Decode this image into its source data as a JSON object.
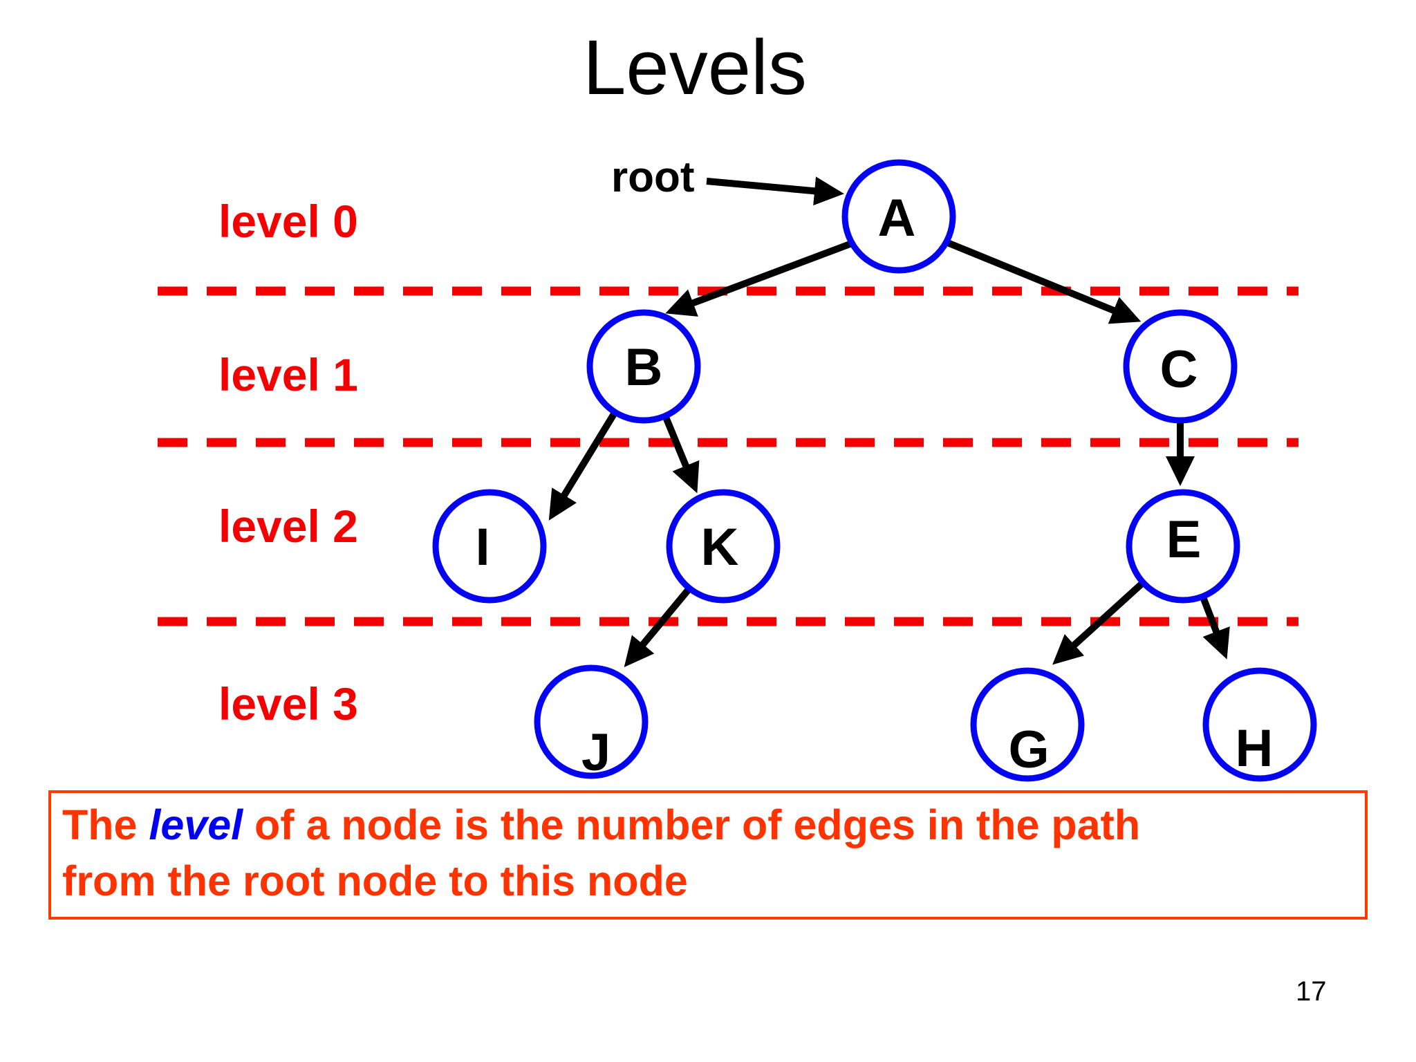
{
  "slide": {
    "title": "Levels",
    "page_number": "17",
    "level_labels": [
      "level 0",
      "level 1",
      "level 2",
      "level 3"
    ],
    "tree": {
      "root_pointer_label": "root",
      "nodes": [
        {
          "id": "A",
          "label": "A",
          "level": 0
        },
        {
          "id": "B",
          "label": "B",
          "level": 1
        },
        {
          "id": "C",
          "label": "C",
          "level": 1
        },
        {
          "id": "I",
          "label": "I",
          "level": 2
        },
        {
          "id": "K",
          "label": "K",
          "level": 2
        },
        {
          "id": "E",
          "label": "E",
          "level": 2
        },
        {
          "id": "J",
          "label": "J",
          "level": 3
        },
        {
          "id": "G",
          "label": "G",
          "level": 3
        },
        {
          "id": "H",
          "label": "H",
          "level": 3
        }
      ],
      "edges": [
        {
          "from": "root",
          "to": "A"
        },
        {
          "from": "A",
          "to": "B"
        },
        {
          "from": "A",
          "to": "C"
        },
        {
          "from": "B",
          "to": "I"
        },
        {
          "from": "B",
          "to": "K"
        },
        {
          "from": "C",
          "to": "E"
        },
        {
          "from": "K",
          "to": "J"
        },
        {
          "from": "E",
          "to": "G"
        },
        {
          "from": "E",
          "to": "H"
        }
      ]
    },
    "caption": {
      "line1_prefix": "The ",
      "line1_keyword": "level",
      "line1_rest": " of a node is the number of edges in the path",
      "line2": "from the root node to this node"
    },
    "colors": {
      "node_stroke_blue": "#0404f2",
      "level_red": "#f50000",
      "caption_orange": "#ff3300",
      "caption_keyword_blue": "#0000f2",
      "edge_black": "#000000",
      "background": "#ffffff"
    }
  }
}
